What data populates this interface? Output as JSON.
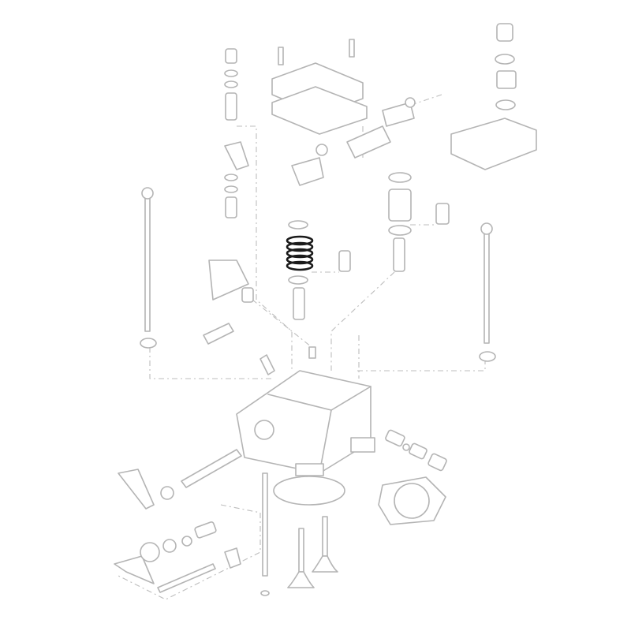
{
  "diagram": {
    "type": "exploded-parts-view",
    "subject": "cylinder-head-assembly",
    "highlighted_part": "valve-spring",
    "colors": {
      "outline": "#b4b4b4",
      "highlight": "#1a1a1a",
      "background": "#ffffff"
    }
  }
}
